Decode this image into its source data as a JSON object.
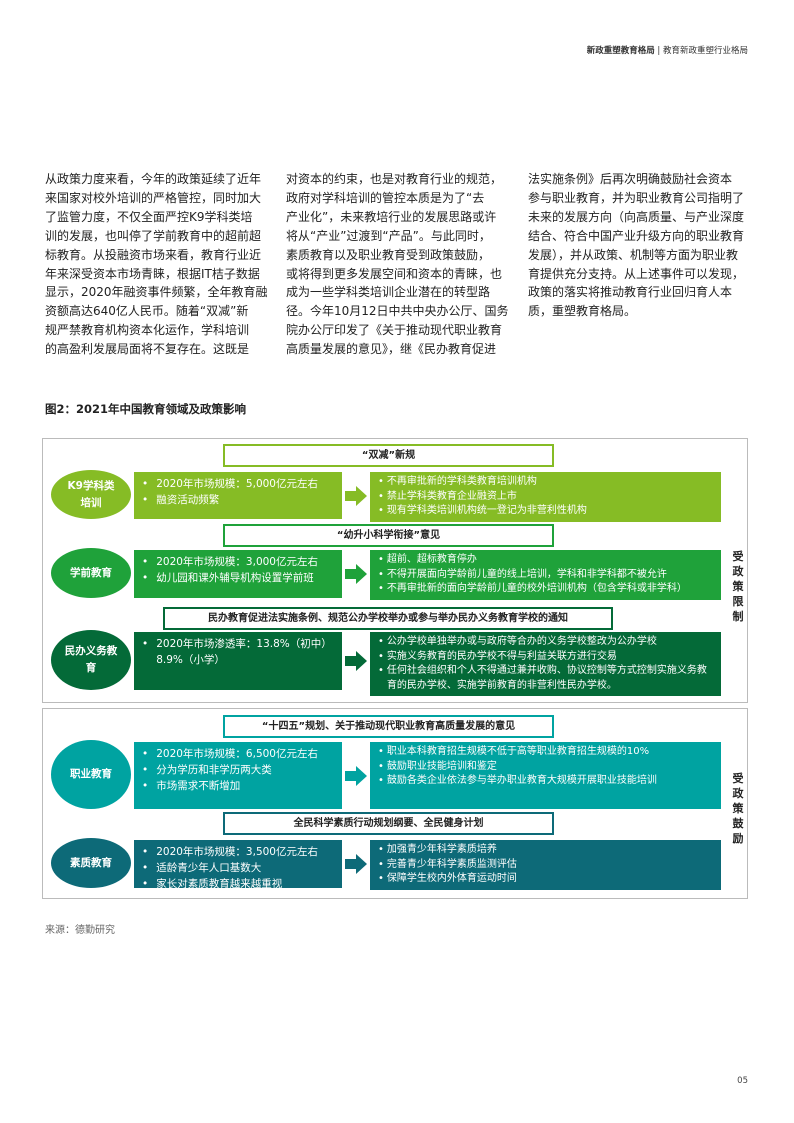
{
  "header": {
    "section": "新政重塑教育格局",
    "separator": "|",
    "subtitle": "教育新政重塑行业格局"
  },
  "body_columns": [
    [
      "从政策力度来看，今年的政策延续了近年",
      "来国家对校外培训的严格管控，同时加大",
      "了监管力度，不仅全面严控K9学科类培",
      "训的发展，也叫停了学前教育中的超前超",
      "标教育。从投融资市场来看，教育行业近",
      "年来深受资本市场青睐，根据IT桔子数据",
      "显示，2020年融资事件频繁，全年教育融",
      "资额高达640亿人民币。随着“双减”新",
      "规严禁教育机构资本化运作，学科培训",
      "的高盈利发展局面将不复存在。这既是"
    ],
    [
      "对资本的约束，也是对教育行业的规范，",
      "政府对学科培训的管控本质是为了“去",
      "产业化”，未来教培行业的发展思路或许",
      "将从“产业”过渡到“产品”。与此同时，",
      "素质教育以及职业教育受到政策鼓励，",
      "或将得到更多发展空间和资本的青睐，也",
      "成为一些学科类培训企业潜在的转型路",
      "径。今年10月12日中共中央办公厅、国务",
      "院办公厅印发了《关于推动现代职业教育",
      "高质量发展的意见》，继《民办教育促进"
    ],
    [
      "法实施条例》后再次明确鼓励社会资本",
      "参与职业教育，并为职业教育公司指明了",
      "未来的发展方向（向高质量、与产业深度",
      "结合、符合中国产业升级方向的职业教育",
      "发展），并从政策、机制等方面为职业教",
      "育提供充分支持。从上述事件可以发现，",
      "政策的落实将推动教育行业回归育人本",
      "质，重塑教育格局。"
    ]
  ],
  "figure": {
    "title": "图2：2021年中国教育领域及政策影响",
    "restricted": {
      "label": "受政策限制",
      "rows": [
        {
          "policy": "“双减”新规",
          "segment": "K9学科类培训",
          "color": "#86BC25",
          "facts": [
            "2020年市场规模：5,000亿元左右",
            "融资活动频繁"
          ],
          "impacts": [
            "不再审批新的学科类教育培训机构",
            "禁止学科类教育企业融资上市",
            "现有学科类培训机构统一登记为非营利性机构"
          ]
        },
        {
          "policy": "“幼升小科学衔接”意见",
          "segment": "学前教育",
          "color": "#1FA23A",
          "facts": [
            "2020年市场规模：3,000亿元左右",
            "幼儿园和课外辅导机构设置学前班"
          ],
          "impacts": [
            "超前、超标教育停办",
            "不得开展面向学龄前儿童的线上培训，学科和非学科都不被允许",
            "不再审批新的面向学龄前儿童的校外培训机构（包含学科或非学科）"
          ]
        },
        {
          "policy": "民办教育促进法实施条例、规范公办学校举办或参与举办民办义务教育学校的通知",
          "segment": "民办义务教育",
          "color": "#046A38",
          "facts": [
            "2020年市场渗透率：13.8%（初中）8.9%（小学）"
          ],
          "impacts": [
            "公办学校单独举办或与政府等合办的义务学校整改为公办学校",
            "实施义务教育的民办学校不得与利益关联方进行交易",
            "任何社会组织和个人不得通过兼并收购、协议控制等方式控制实施义务教育的民办学校、实施学前教育的非营利性民办学校。"
          ]
        }
      ]
    },
    "encouraged": {
      "label": "受政策鼓励",
      "rows": [
        {
          "policy": "“十四五”规划、关于推动现代职业教育高质量发展的意见",
          "segment": "职业教育",
          "color": "#00A3A1",
          "facts": [
            "2020年市场规模：6,500亿元左右",
            "分为学历和非学历两大类",
            "市场需求不断增加"
          ],
          "impacts": [
            "职业本科教育招生规模不低于高等职业教育招生规模的10%",
            "鼓励职业技能培训和鉴定",
            "鼓励各类企业依法参与举办职业教育大规模开展职业技能培训"
          ]
        },
        {
          "policy": "全民科学素质行动规划纲要、全民健身计划",
          "segment": "素质教育",
          "color": "#0D6A78",
          "facts": [
            "2020年市场规模：3,500亿元左右",
            "适龄青少年人口基数大",
            "家长对素质教育越来越重视"
          ],
          "impacts": [
            "加强青少年科学素质培养",
            "完善青少年科学素质监测评估",
            "保障学生校内外体育运动时间"
          ]
        }
      ]
    },
    "source": "来源：德勤研究"
  },
  "page_number": "05"
}
